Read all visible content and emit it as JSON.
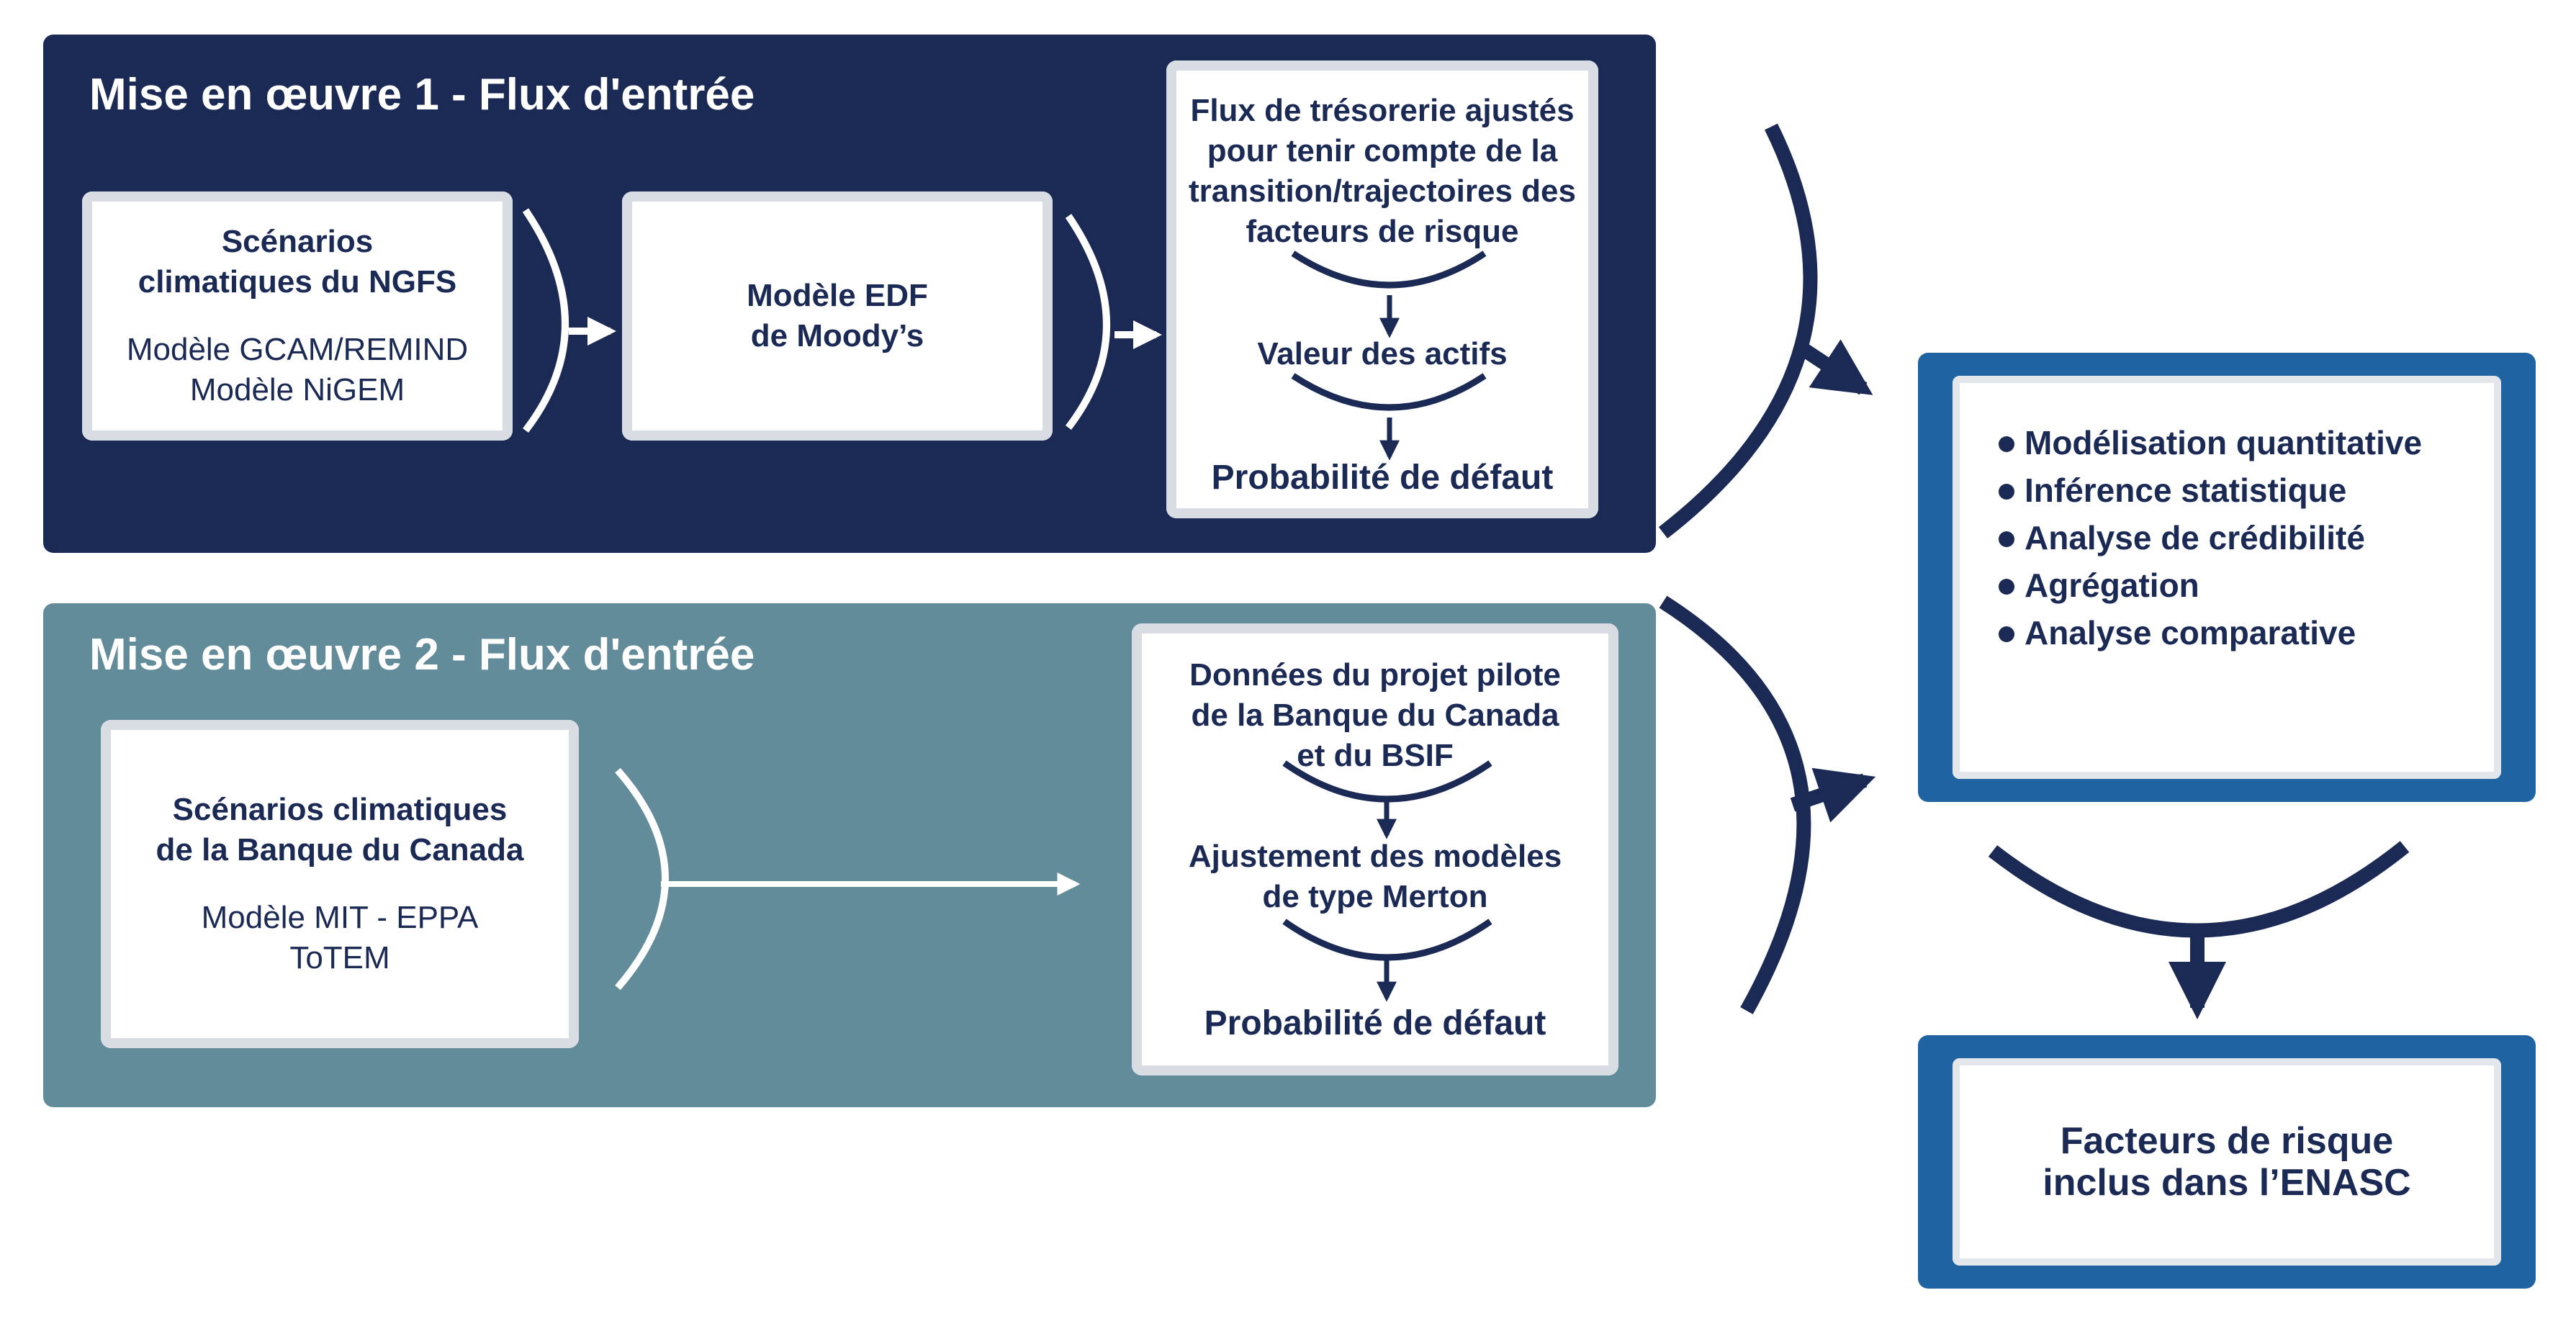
{
  "panel1": {
    "title": "Mise en œuvre 1 - Flux d'entrée",
    "scenario_title": "Scénarios climatiques du NGFS",
    "scenario_models": [
      "Modèle GCAM/REMIND",
      "Modèle NiGEM"
    ],
    "model_box": "Modèle EDF de Moody’s",
    "flow": [
      "Flux de trésorerie ajustés pour tenir compte de la transition/trajectoires des facteurs de risque",
      "Valeur des actifs",
      "Probabilité de défaut"
    ]
  },
  "panel2": {
    "title": "Mise en œuvre 2 - Flux d'entrée",
    "scenario_title": "Scénarios climatiques de la Banque du Canada",
    "scenario_models": [
      "Modèle MIT - EPPA",
      "ToTEM"
    ],
    "flow": [
      "Données du projet pilote de la Banque du Canada et du BSIF",
      "Ajustement des modèles de type Merton",
      "Probabilité de défaut"
    ]
  },
  "methods": [
    "Modélisation quantitative",
    "Inférence statistique",
    "Analyse de crédibilité",
    "Agrégation",
    "Analyse comparative"
  ],
  "result": "Facteurs de risque inclus dans l’ENASC",
  "colors": {
    "navy": "#1b2a55",
    "teal": "#628c9a",
    "blue": "#1f63a3"
  }
}
